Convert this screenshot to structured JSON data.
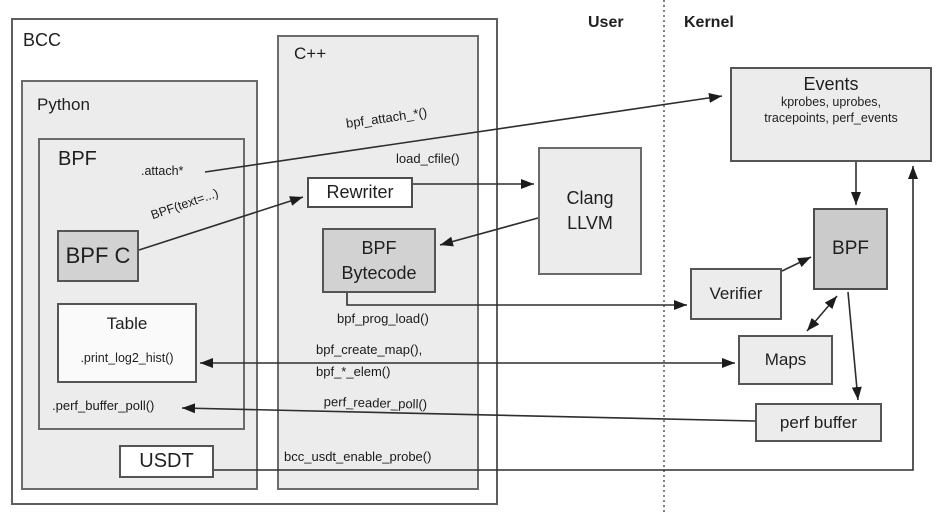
{
  "regions": {
    "user": "User",
    "kernel": "Kernel"
  },
  "containers": {
    "bcc": "BCC",
    "python": "Python",
    "bpf_module": "BPF",
    "cpp": "C++"
  },
  "boxes": {
    "bpf_c": "BPF C",
    "table_title": "Table",
    "table_method": ".print_log2_hist()",
    "usdt": "USDT",
    "rewriter": "Rewriter",
    "bytecode_line1": "BPF",
    "bytecode_line2": "Bytecode",
    "clang_line1": "Clang",
    "clang_line2": "LLVM",
    "events_title": "Events",
    "events_sub1": "kprobes, uprobes,",
    "events_sub2": "tracepoints, perf_events",
    "kernel_bpf": "BPF",
    "verifier": "Verifier",
    "maps": "Maps",
    "perf_buffer": "perf buffer"
  },
  "api_labels": {
    "attach": ".attach*",
    "bpf_text": "BPF(text=...)",
    "bpf_attach": "bpf_attach_*()",
    "load_cfile": "load_cfile()",
    "bpf_prog_load": "bpf_prog_load()",
    "bpf_create_map": "bpf_create_map(),",
    "bpf_elem": "bpf_*_elem()",
    "perf_reader_poll": "perf_reader_poll()",
    "perf_buffer_poll": ".perf_buffer_poll()",
    "bcc_usdt_enable_probe": "bcc_usdt_enable_probe()"
  },
  "colors": {
    "box_fill": "#ececec",
    "highlight_fill": "#d2d2d2",
    "white_fill": "#ffffff",
    "border": "#555555",
    "line": "#2e2e2e"
  }
}
